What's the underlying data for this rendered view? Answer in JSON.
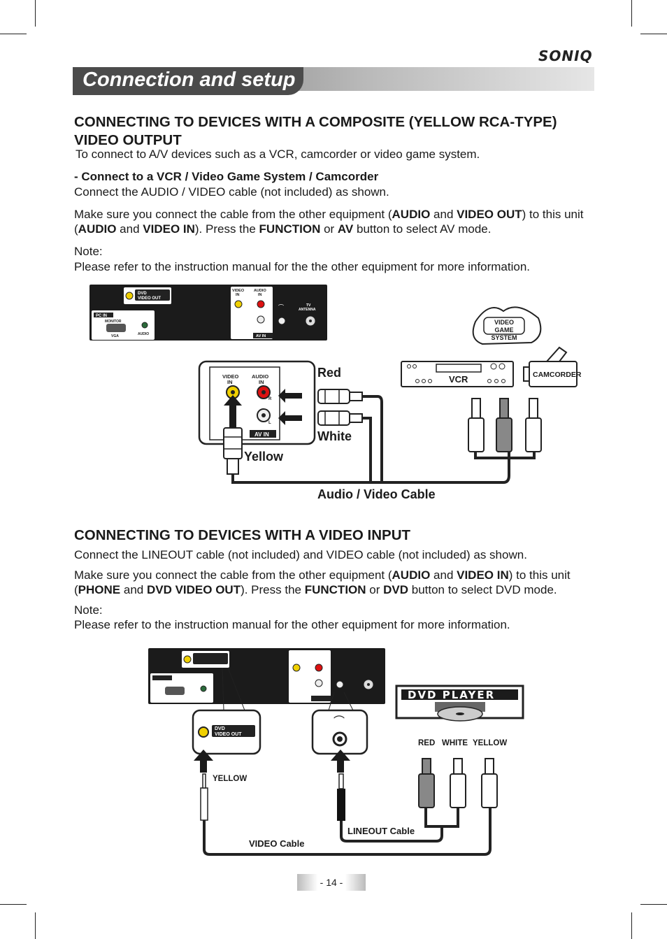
{
  "brand": "SONIQ",
  "section_title": "Connection and setup",
  "composite": {
    "heading": "CONNECTING TO DEVICES WITH A COMPOSITE (YELLOW RCA-TYPE) VIDEO OUTPUT",
    "intro": "To connect to A/V devices such as a VCR, camcorder or video game system.",
    "sub_heading": "- Connect to a VCR / Video Game System / Camcorder",
    "sub_text": "Connect the AUDIO / VIDEO cable (not included) as shown.",
    "p1_a": "Make sure you connect the cable from the other equipment (",
    "p1_audio": "AUDIO",
    "p1_and": " and ",
    "p1_video_out": "VIDEO OUT",
    "p1_b": ") to this unit (",
    "p1_audio2": "AUDIO",
    "p1_and2": " and ",
    "p1_video_in": "VIDEO IN",
    "p1_c": "). Press the ",
    "p1_function": "FUNCTION",
    "p1_or": " or ",
    "p1_av": "AV",
    "p1_d": " button to select AV mode.",
    "note_label": "Note:",
    "note_text": "Please refer to the instruction manual for the the other equipment for more information."
  },
  "video_input": {
    "heading": "CONNECTING TO DEVICES WITH A VIDEO INPUT",
    "intro": "Connect the LINEOUT cable (not included) and VIDEO cable (not included) as shown.",
    "p1_a": "Make sure you connect the cable from the other equipment (",
    "p1_audio": "AUDIO",
    "p1_and": " and ",
    "p1_video_in": "VIDEO IN",
    "p1_b": ") to this unit (",
    "p1_phone": "PHONE",
    "p1_and2": " and ",
    "p1_dvd_video_out": "DVD VIDEO OUT",
    "p1_c": "). Press the ",
    "p1_function": "FUNCTION",
    "p1_or": " or ",
    "p1_dvd": "DVD",
    "p1_d": " button to select DVD mode.",
    "note_label": "Note:",
    "note_text": "Please refer to the instruction manual for the other equipment for more information."
  },
  "diagram1": {
    "panel_dvd_out": "DVD VIDEO OUT",
    "panel_pc_in": "PC IN",
    "panel_monitor": "MONITOR",
    "panel_vga": "VGA",
    "panel_audio": "AUDIO",
    "panel_video_in": "VIDEO IN",
    "panel_audio_in": "AUDIO IN",
    "panel_r": "R",
    "panel_l": "L",
    "panel_av_in": "AV IN",
    "panel_tv": "TV ANTENNA",
    "red": "Red",
    "white": "White",
    "yellow": "Yellow",
    "cable": "Audio / Video Cable",
    "video_game": "VIDEO GAME SYSTEM",
    "vcr": "VCR",
    "camcorder": "CAMCORDER"
  },
  "diagram2": {
    "dvd_player": "DVD PLAYER",
    "red": "RED",
    "white": "WHITE",
    "yellow_lbl": "YELLOW",
    "yellow_cable": "YELLOW",
    "video_cable": "VIDEO Cable",
    "lineout_cable": "LINEOUT Cable",
    "panel_dvd_out": "DVD VIDEO OUT"
  },
  "page_number": "- 14 -"
}
